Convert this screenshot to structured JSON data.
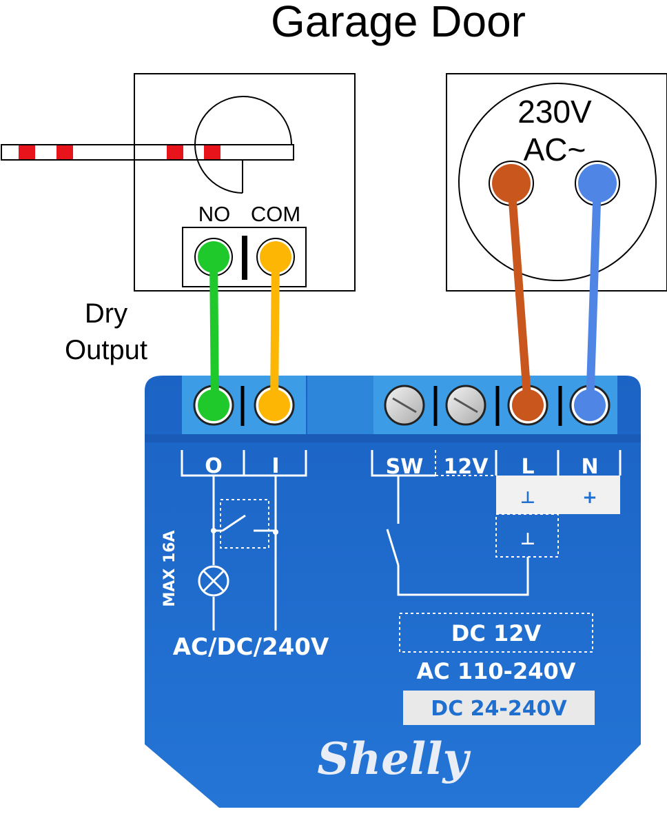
{
  "title": "Garage Door",
  "opener": {
    "terminal_no_label": "NO",
    "terminal_com_label": "COM",
    "side_label_line1": "Dry",
    "side_label_line2": "Output"
  },
  "socket": {
    "voltage_line1": "230V",
    "voltage_line2": "AC~"
  },
  "device": {
    "brand": "Shelly",
    "max_rating": "MAX 16A",
    "label_o": "O",
    "label_i": "I",
    "label_sw": "SW",
    "label_12v": "12V",
    "label_l": "L",
    "label_n": "N",
    "label_ground_1": "⊥",
    "label_ground_2": "⊥",
    "label_plus": "+",
    "relay_rating": "AC/DC/240V",
    "supply_dc12": "DC 12V",
    "supply_ac": "AC 110-240V",
    "supply_dc24": "DC 24-240V"
  },
  "colors": {
    "green_wire": "#1fc92c",
    "yellow_wire": "#fdb604",
    "brown_wire": "#c8561d",
    "blue_wire": "#4f86e6",
    "device_blue": "#1f6fd0",
    "terminal_blue": "#3c9ce6",
    "barrier_red": "#e8141c"
  }
}
